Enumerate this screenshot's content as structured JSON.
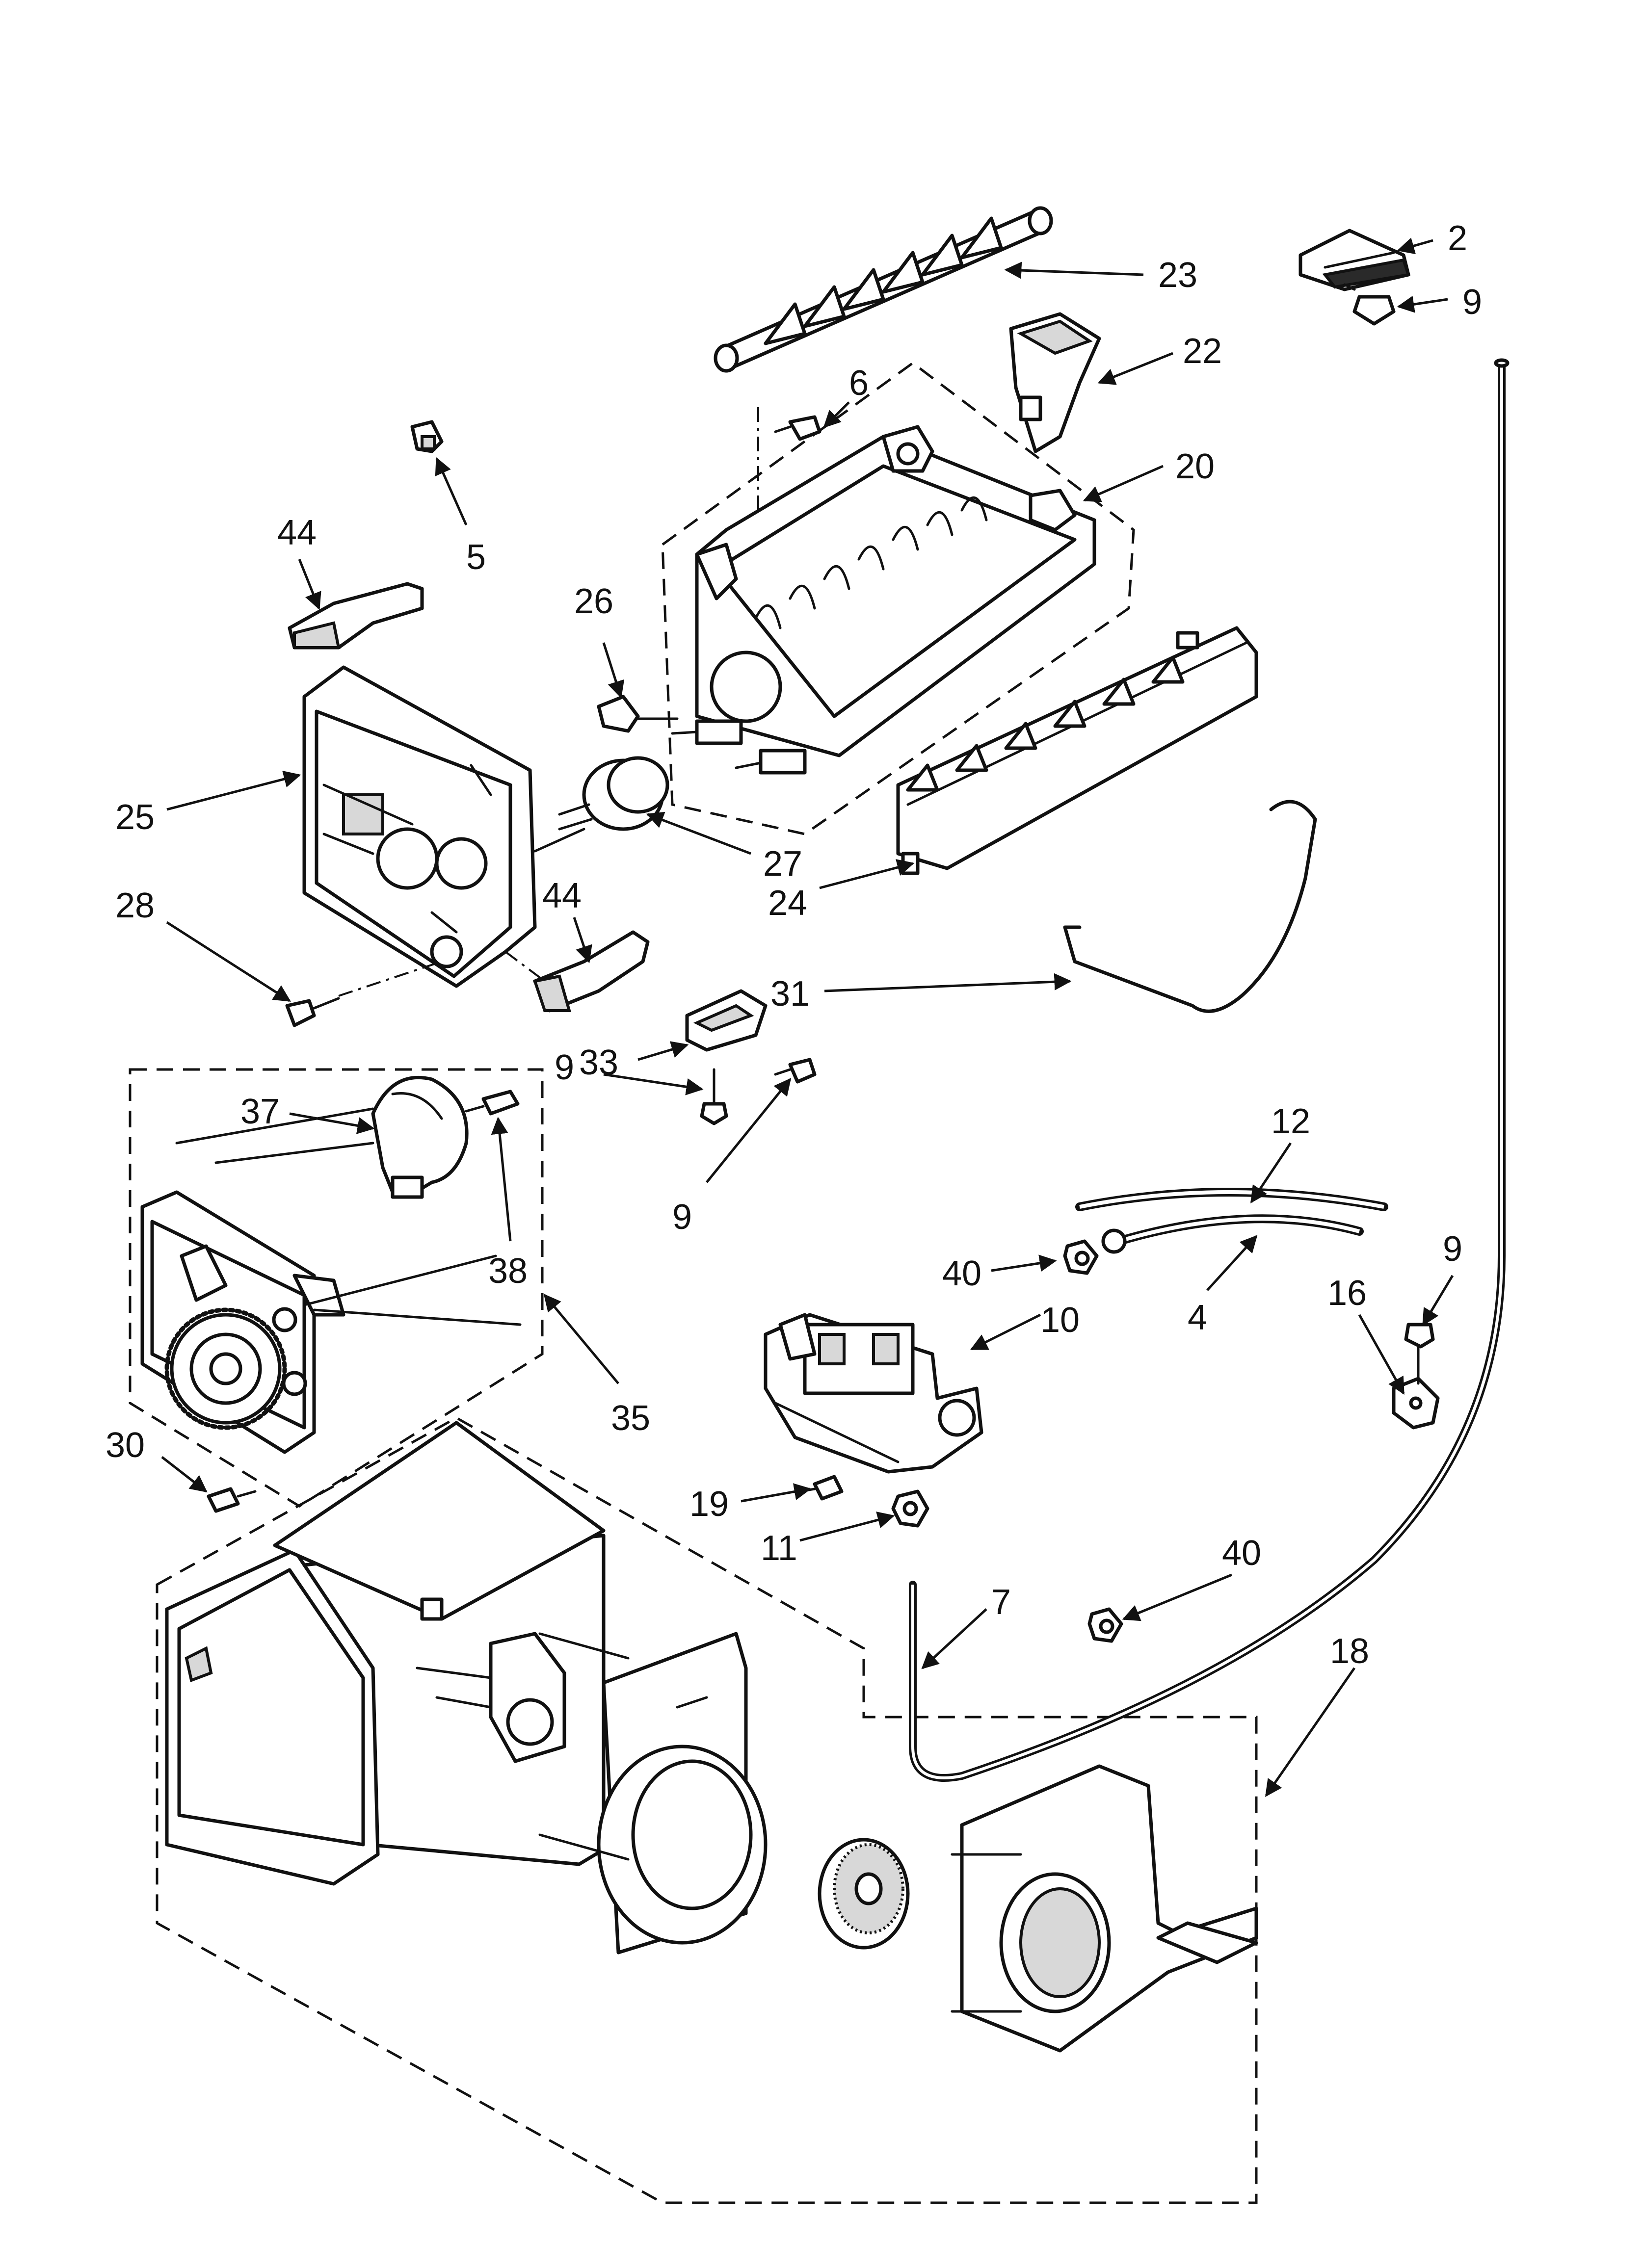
{
  "callouts": [
    {
      "label": "2"
    },
    {
      "label": "9"
    },
    {
      "label": "23"
    },
    {
      "label": "22"
    },
    {
      "label": "6"
    },
    {
      "label": "20"
    },
    {
      "label": "44"
    },
    {
      "label": "5"
    },
    {
      "label": "26"
    },
    {
      "label": "25"
    },
    {
      "label": "27"
    },
    {
      "label": "28"
    },
    {
      "label": "44"
    },
    {
      "label": "24"
    },
    {
      "label": "31"
    },
    {
      "label": "33"
    },
    {
      "label": "9"
    },
    {
      "label": "37"
    },
    {
      "label": "9"
    },
    {
      "label": "12"
    },
    {
      "label": "38"
    },
    {
      "label": "40"
    },
    {
      "label": "4"
    },
    {
      "label": "9"
    },
    {
      "label": "10"
    },
    {
      "label": "16"
    },
    {
      "label": "35"
    },
    {
      "label": "30"
    },
    {
      "label": "19"
    },
    {
      "label": "11"
    },
    {
      "label": "40"
    },
    {
      "label": "7"
    },
    {
      "label": "18"
    }
  ]
}
